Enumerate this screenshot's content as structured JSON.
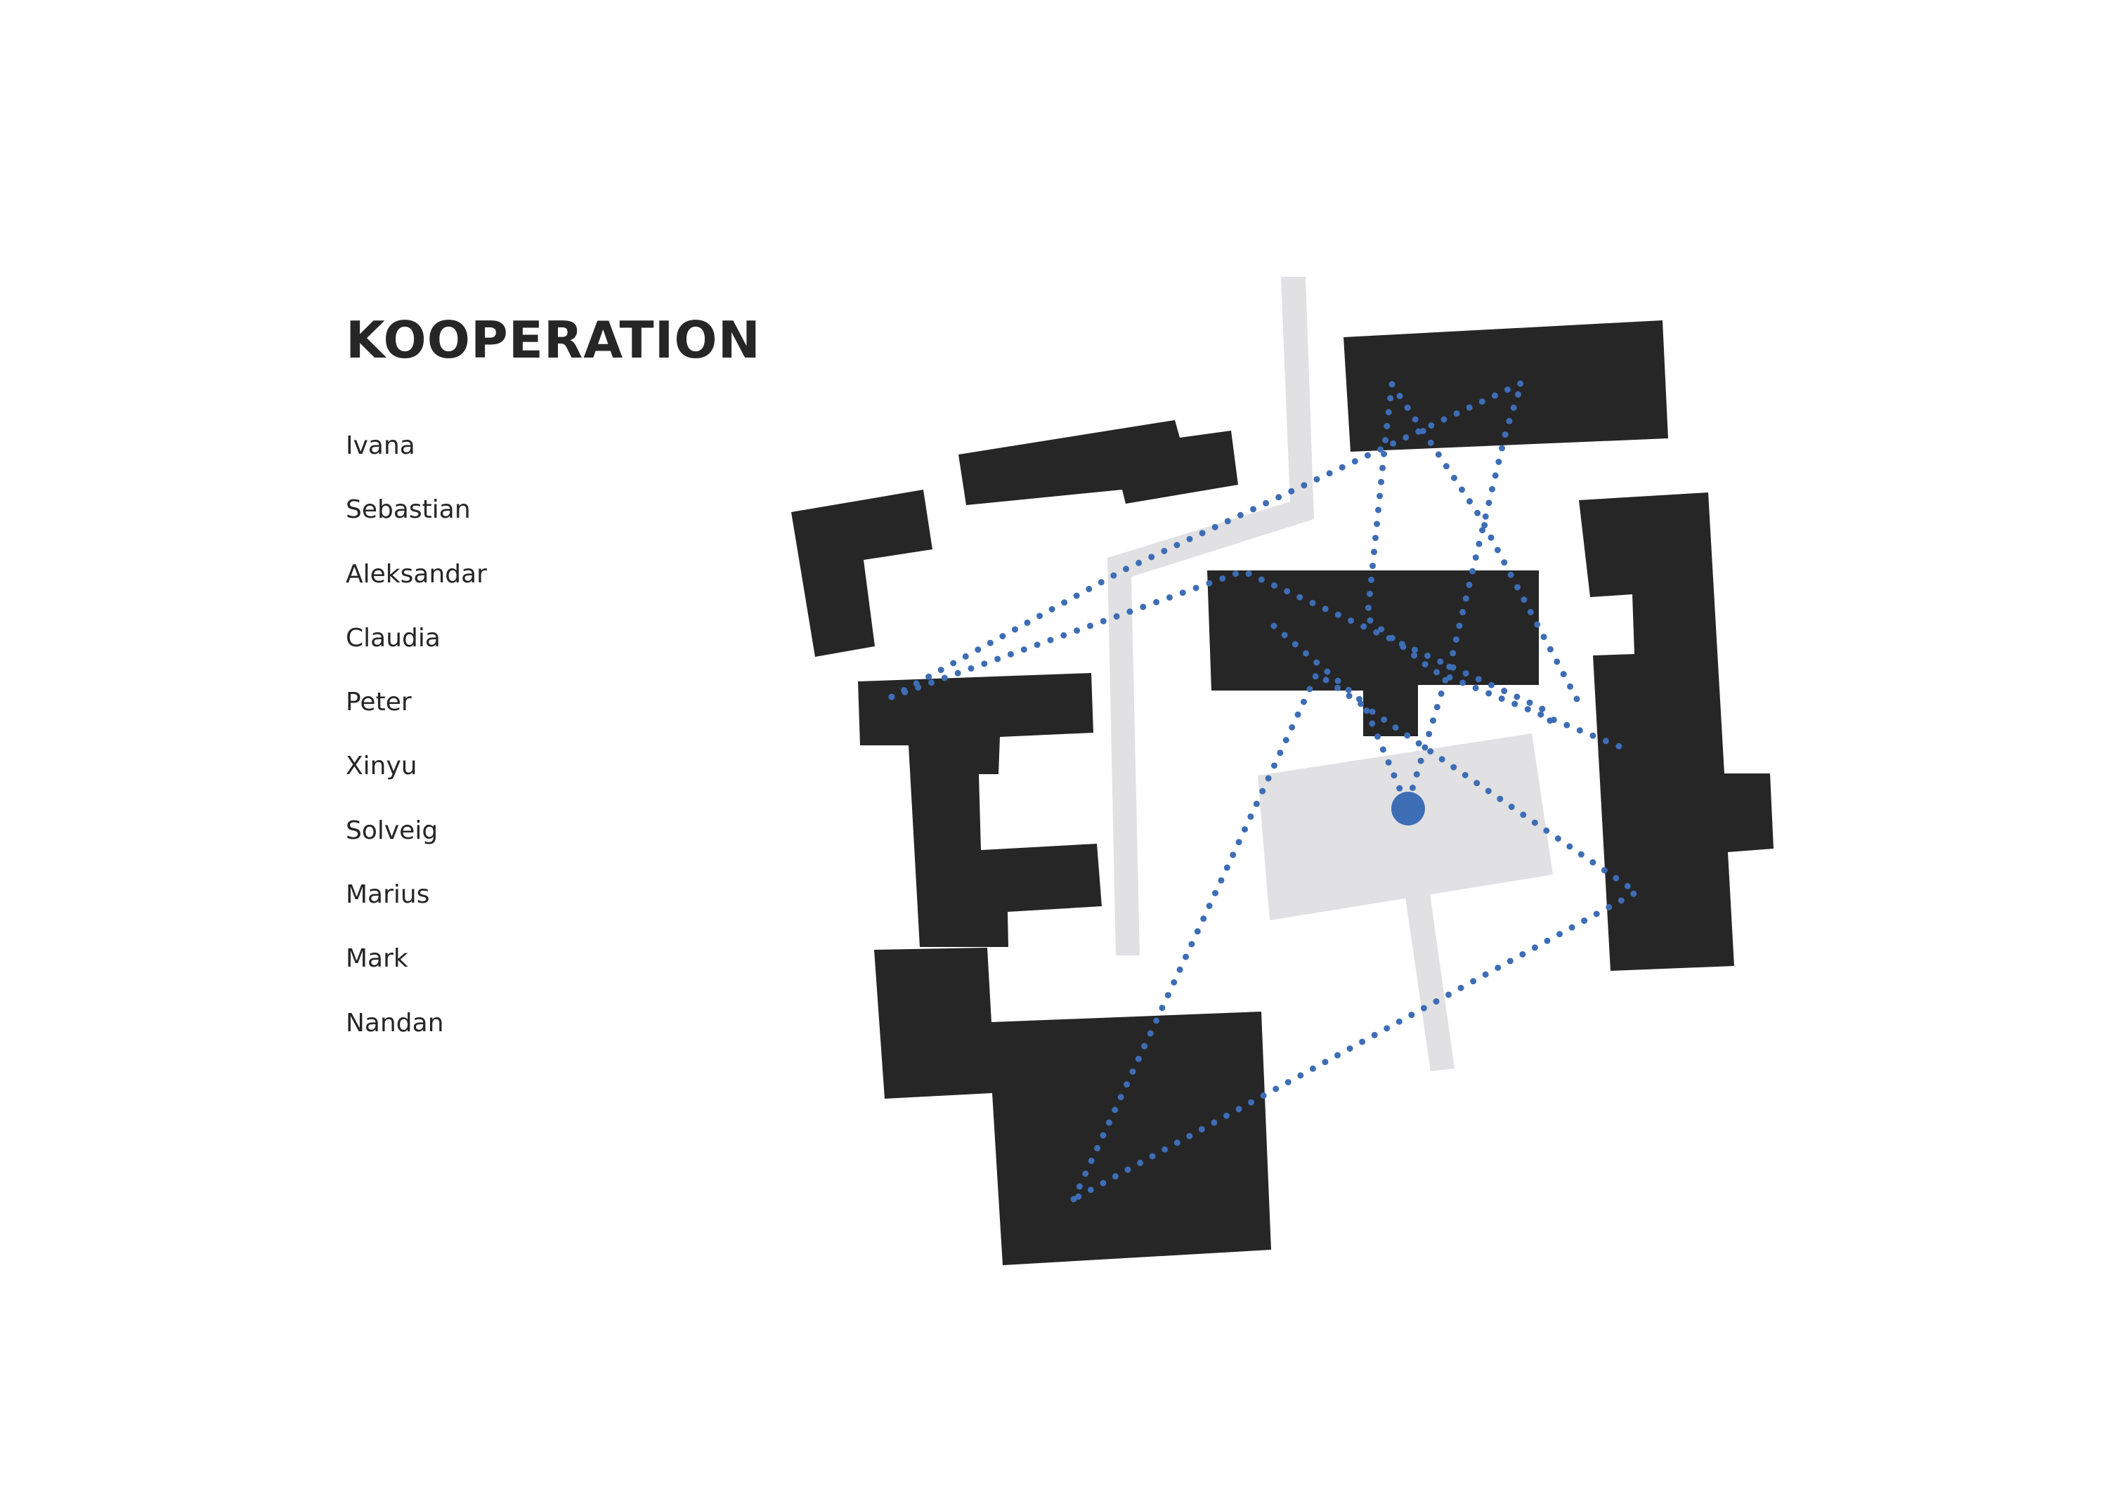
{
  "title": "KOOPERATION",
  "names": [
    "Ivana",
    "Sebastian",
    "Aleksandar",
    "Claudia",
    "Peter",
    "Xinyu",
    "Solveig",
    "Marius",
    "Mark",
    "Nandan"
  ],
  "colors": {
    "building": "#262626",
    "path": "#e1e0e2",
    "network": "#3d6db5",
    "text": "#262626"
  }
}
